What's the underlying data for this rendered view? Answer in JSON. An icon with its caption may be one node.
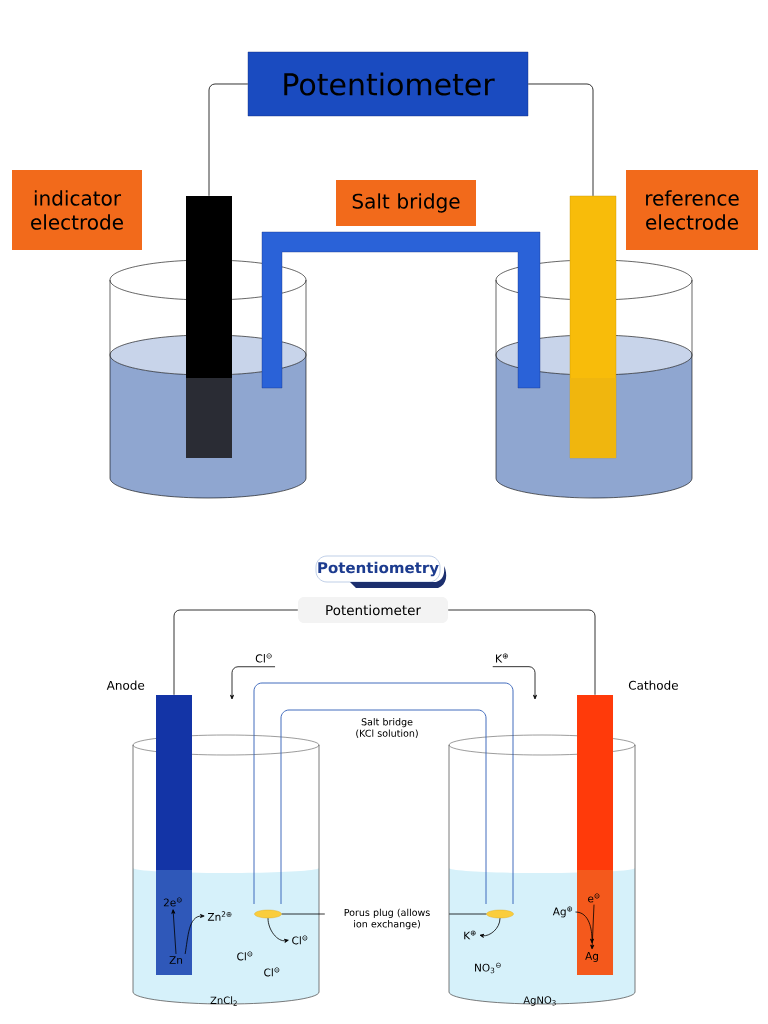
{
  "diagram": {
    "title": "Potentiometry",
    "nodes": [
      {
        "text": [
          "Potentiometer"
        ]
      },
      {
        "text": [
          "indicator electrode"
        ]
      },
      {
        "text": [
          "Salt bridge"
        ]
      },
      {
        "text": [
          "reference electrode"
        ]
      },
      {
        "text": [],
        "shape": "bar"
      },
      {
        "text": [],
        "shape": "bar"
      },
      {
        "text": [
          "Potentiometer"
        ]
      },
      {
        "text": [],
        "shape": "bar",
        "beside": [
          "Anode"
        ]
      },
      {
        "text": [],
        "shape": "bar",
        "beside": [
          "Cathode"
        ]
      },
      {
        "text": [
          "Cl$^{⊖}$"
        ]
      },
      {
        "text": [
          "K$^{⊕}$"
        ]
      },
      {
        "text": [
          "2e$^{⊖}$"
        ],
        "in": 7
      },
      {
        "text": [
          "Zn"
        ],
        "in": 7
      },
      {
        "text": [
          "Zn$^{2⊕}$"
        ]
      },
      {
        "text": [],
        "shape": "cylinder"
      },
      {
        "text": [
          "Porus plug (allows ion exchange)"
        ]
      },
      {
        "text": [],
        "shape": "cylinder"
      },
      {
        "text": [
          "Cl$^{⊖}$"
        ]
      },
      {
        "text": [
          "K$^{⊕}$"
        ]
      },
      {
        "text": [
          "Ag$^{⊕}$"
        ]
      },
      {
        "text": [
          "e$^{⊖}$"
        ],
        "in": 8
      },
      {
        "text": [
          "Ag"
        ],
        "in": 8
      }
    ],
    "edges": [
      {
        "from": 0,
        "to": 4,
        "arrow": "none"
      },
      {
        "from": 0,
        "to": 5,
        "arrow": "none"
      },
      {
        "from": 6,
        "to": 7,
        "arrow": "none"
      },
      {
        "from": 6,
        "to": 8,
        "arrow": "none"
      },
      {
        "from": 9,
        "to": null,
        "arrow": "to"
      },
      {
        "from": 10,
        "to": null,
        "arrow": "to"
      },
      {
        "from": 12,
        "to": 11,
        "arrow": "to"
      },
      {
        "from": 12,
        "to": 13,
        "arrow": "to"
      },
      {
        "from": 15,
        "to": 14,
        "arrow": "none"
      },
      {
        "from": 15,
        "to": 16,
        "arrow": "none"
      },
      {
        "from": 14,
        "to": 17,
        "arrow": "to"
      },
      {
        "from": 16,
        "to": 18,
        "arrow": "to"
      },
      {
        "from": 20,
        "to": 21,
        "arrow": "to"
      },
      {
        "from": 19,
        "to": 21,
        "arrow": "to"
      }
    ],
    "labels": [
      "Salt bridge (KCl solution)",
      "Cl$^{⊖}$",
      "Cl$^{⊖}$",
      "ZnCl$_{2}$",
      "NO$_{3}$$^{⊖}$",
      "AgNO$_{3}$"
    ]
  }
}
